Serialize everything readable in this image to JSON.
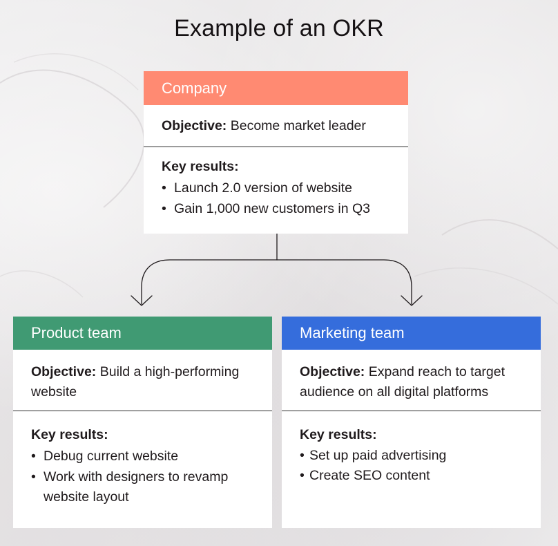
{
  "title": "Example of an OKR",
  "colors": {
    "company": "#ff8a72",
    "product": "#409a73",
    "marketing": "#356ddc"
  },
  "company": {
    "header": "Company",
    "objective_label": "Objective:",
    "objective_text": "Become market leader",
    "key_results_label": "Key results:",
    "key_results": [
      "Launch 2.0 version of website",
      "Gain 1,000 new customers in Q3"
    ]
  },
  "product": {
    "header": "Product team",
    "objective_label": "Objective:",
    "objective_text": "Build a high-performing website",
    "key_results_label": "Key results:",
    "key_results": [
      "Debug current website",
      "Work with designers to revamp website layout"
    ]
  },
  "marketing": {
    "header": "Marketing team",
    "objective_label": "Objective:",
    "objective_text": "Expand reach to target audience on all digital platforms",
    "key_results_label": "Key results:",
    "key_results": [
      "Set up paid advertising",
      "Create SEO content"
    ]
  }
}
